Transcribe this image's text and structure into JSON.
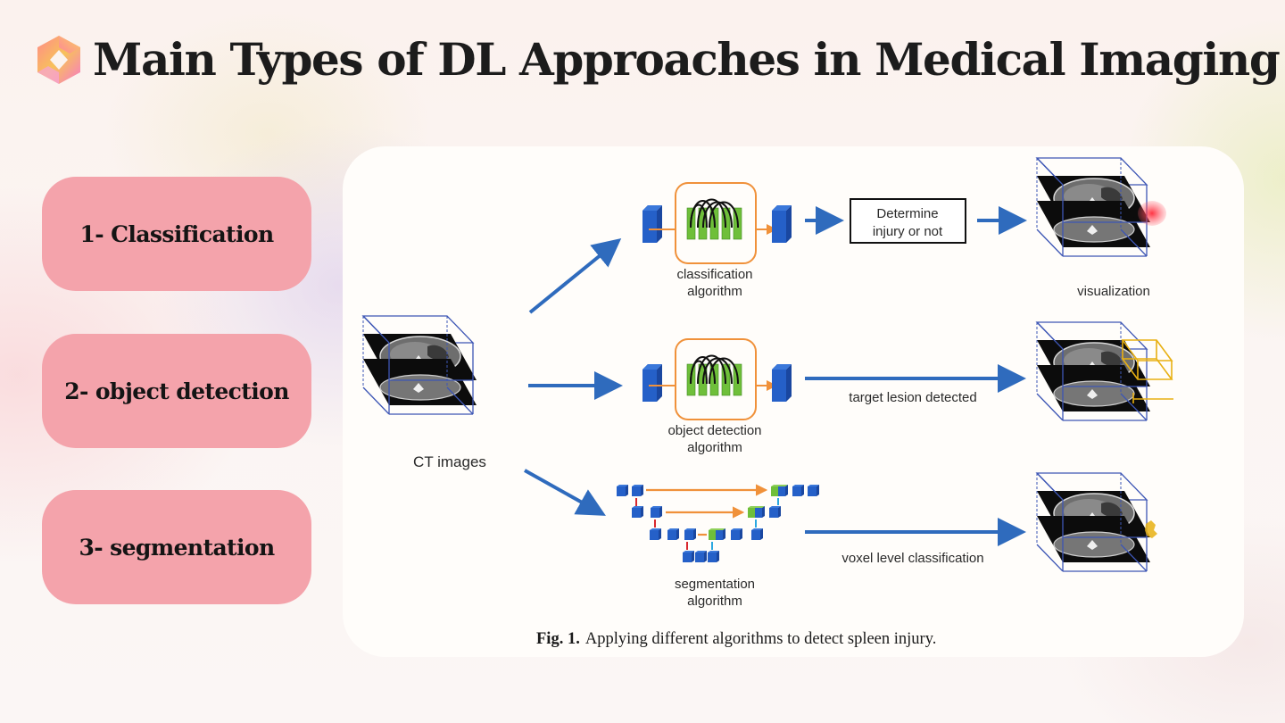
{
  "slide": {
    "title": "Main Types of DL Approaches in Medical Imaging",
    "logo_icon": "hexagon-logo-icon"
  },
  "categories": [
    {
      "label": "1- Classification"
    },
    {
      "label": "2- object detection"
    },
    {
      "label": "3- segmentation"
    }
  ],
  "figure": {
    "input_label": "CT images",
    "rows": [
      {
        "algorithm_label_line1": "classification",
        "algorithm_label_line2": "algorithm",
        "decision_box_line1": "Determine",
        "decision_box_line2": "injury or not",
        "output_label": "visualization",
        "marker": "red-heatmap"
      },
      {
        "algorithm_label_line1": "object detection",
        "algorithm_label_line2": "algorithm",
        "arrow_label": "target lesion detected",
        "marker": "yellow-bounding-box"
      },
      {
        "algorithm_label_line1": "segmentation",
        "algorithm_label_line2": "algorithm",
        "arrow_label": "voxel level classification",
        "marker": "yellow-segmentation-mask"
      }
    ],
    "caption_prefix": "Fig. 1.",
    "caption_text": "Applying different algorithms to detect spleen injury.",
    "colors": {
      "arrow_blue": "#2f6bbd",
      "block_blue": "#1f55b8",
      "layer_green": "#6fbf3a",
      "orange": "#f0913a",
      "heatmap_red": "#e8343c",
      "box_yellow": "#e8b012",
      "card_pink": "#f4a3ab"
    }
  }
}
